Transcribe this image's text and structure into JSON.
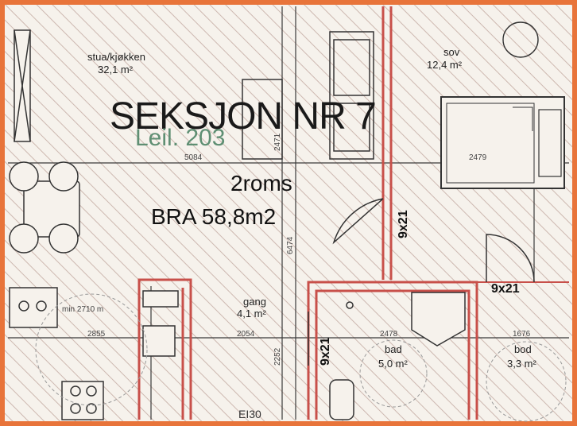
{
  "plan": {
    "section_title": "SEKSJON NR 7",
    "unit_label": "Leil. 203",
    "room_count": "2roms",
    "area_total": "BRA 58,8m2",
    "fire_rating": "EI30",
    "rooms": {
      "living": {
        "name": "stua/kjøkken",
        "area": "32,1 m²"
      },
      "bedroom": {
        "name": "sov",
        "area": "12,4 m²"
      },
      "hall": {
        "name": "gang",
        "area": "4,1 m²"
      },
      "bath": {
        "name": "bad",
        "area": "5,0 m²"
      },
      "storage": {
        "name": "bod",
        "area": "3,3 m²"
      }
    },
    "dimensions": {
      "living_width": "5084",
      "bedroom_width": "2479",
      "hall_width": "2054",
      "kitchen_width": "2855",
      "bath_width": "2478",
      "storage_width": "1676",
      "min_clearance": "min 2710 m",
      "vertical_a": "2471",
      "vertical_b": "6474",
      "vertical_c": "2252"
    },
    "door_labels": {
      "bedroom_door": "9x21",
      "storage_door": "9x21",
      "bath_door": "9x21"
    },
    "colors": {
      "border": "#e8743a",
      "wall_red": "#c8504a",
      "hatch": "#cdb8b0",
      "paper": "#f6f2ec",
      "line": "#3a3a3a"
    }
  }
}
